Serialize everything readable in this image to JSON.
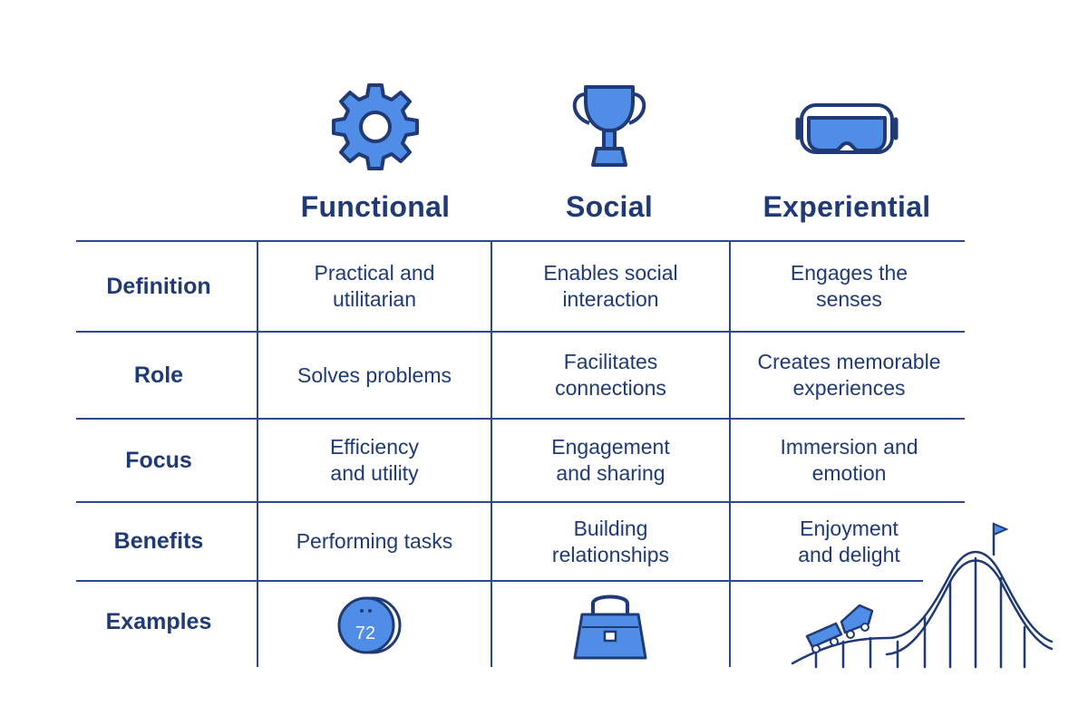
{
  "columns": [
    {
      "title": "Functional",
      "icon": "gear-icon"
    },
    {
      "title": "Social",
      "icon": "trophy-icon"
    },
    {
      "title": "Experiential",
      "icon": "vr-headset-icon"
    }
  ],
  "rows": [
    {
      "label": "Definition",
      "cells": [
        "Practical and utilitarian",
        "Enables social interaction",
        "Engages the senses"
      ]
    },
    {
      "label": "Role",
      "cells": [
        "Solves problems",
        "Facilitates connections",
        "Creates memorable experiences"
      ]
    },
    {
      "label": "Focus",
      "cells": [
        "Efficiency and utility",
        "Engagement and sharing",
        "Immersion and emotion"
      ]
    },
    {
      "label": "Benefits",
      "cells": [
        "Performing tasks",
        "Building relationships",
        "Enjoyment and delight"
      ]
    },
    {
      "label": "Examples",
      "examples": [
        "thermostat-icon",
        "handbag-icon",
        "roller-coaster-icon"
      ]
    }
  ],
  "thermostat_reading": "72",
  "colors": {
    "navy": "#1f3a75",
    "blue_fill": "#4f8de6",
    "line": "#2c4a8a"
  }
}
